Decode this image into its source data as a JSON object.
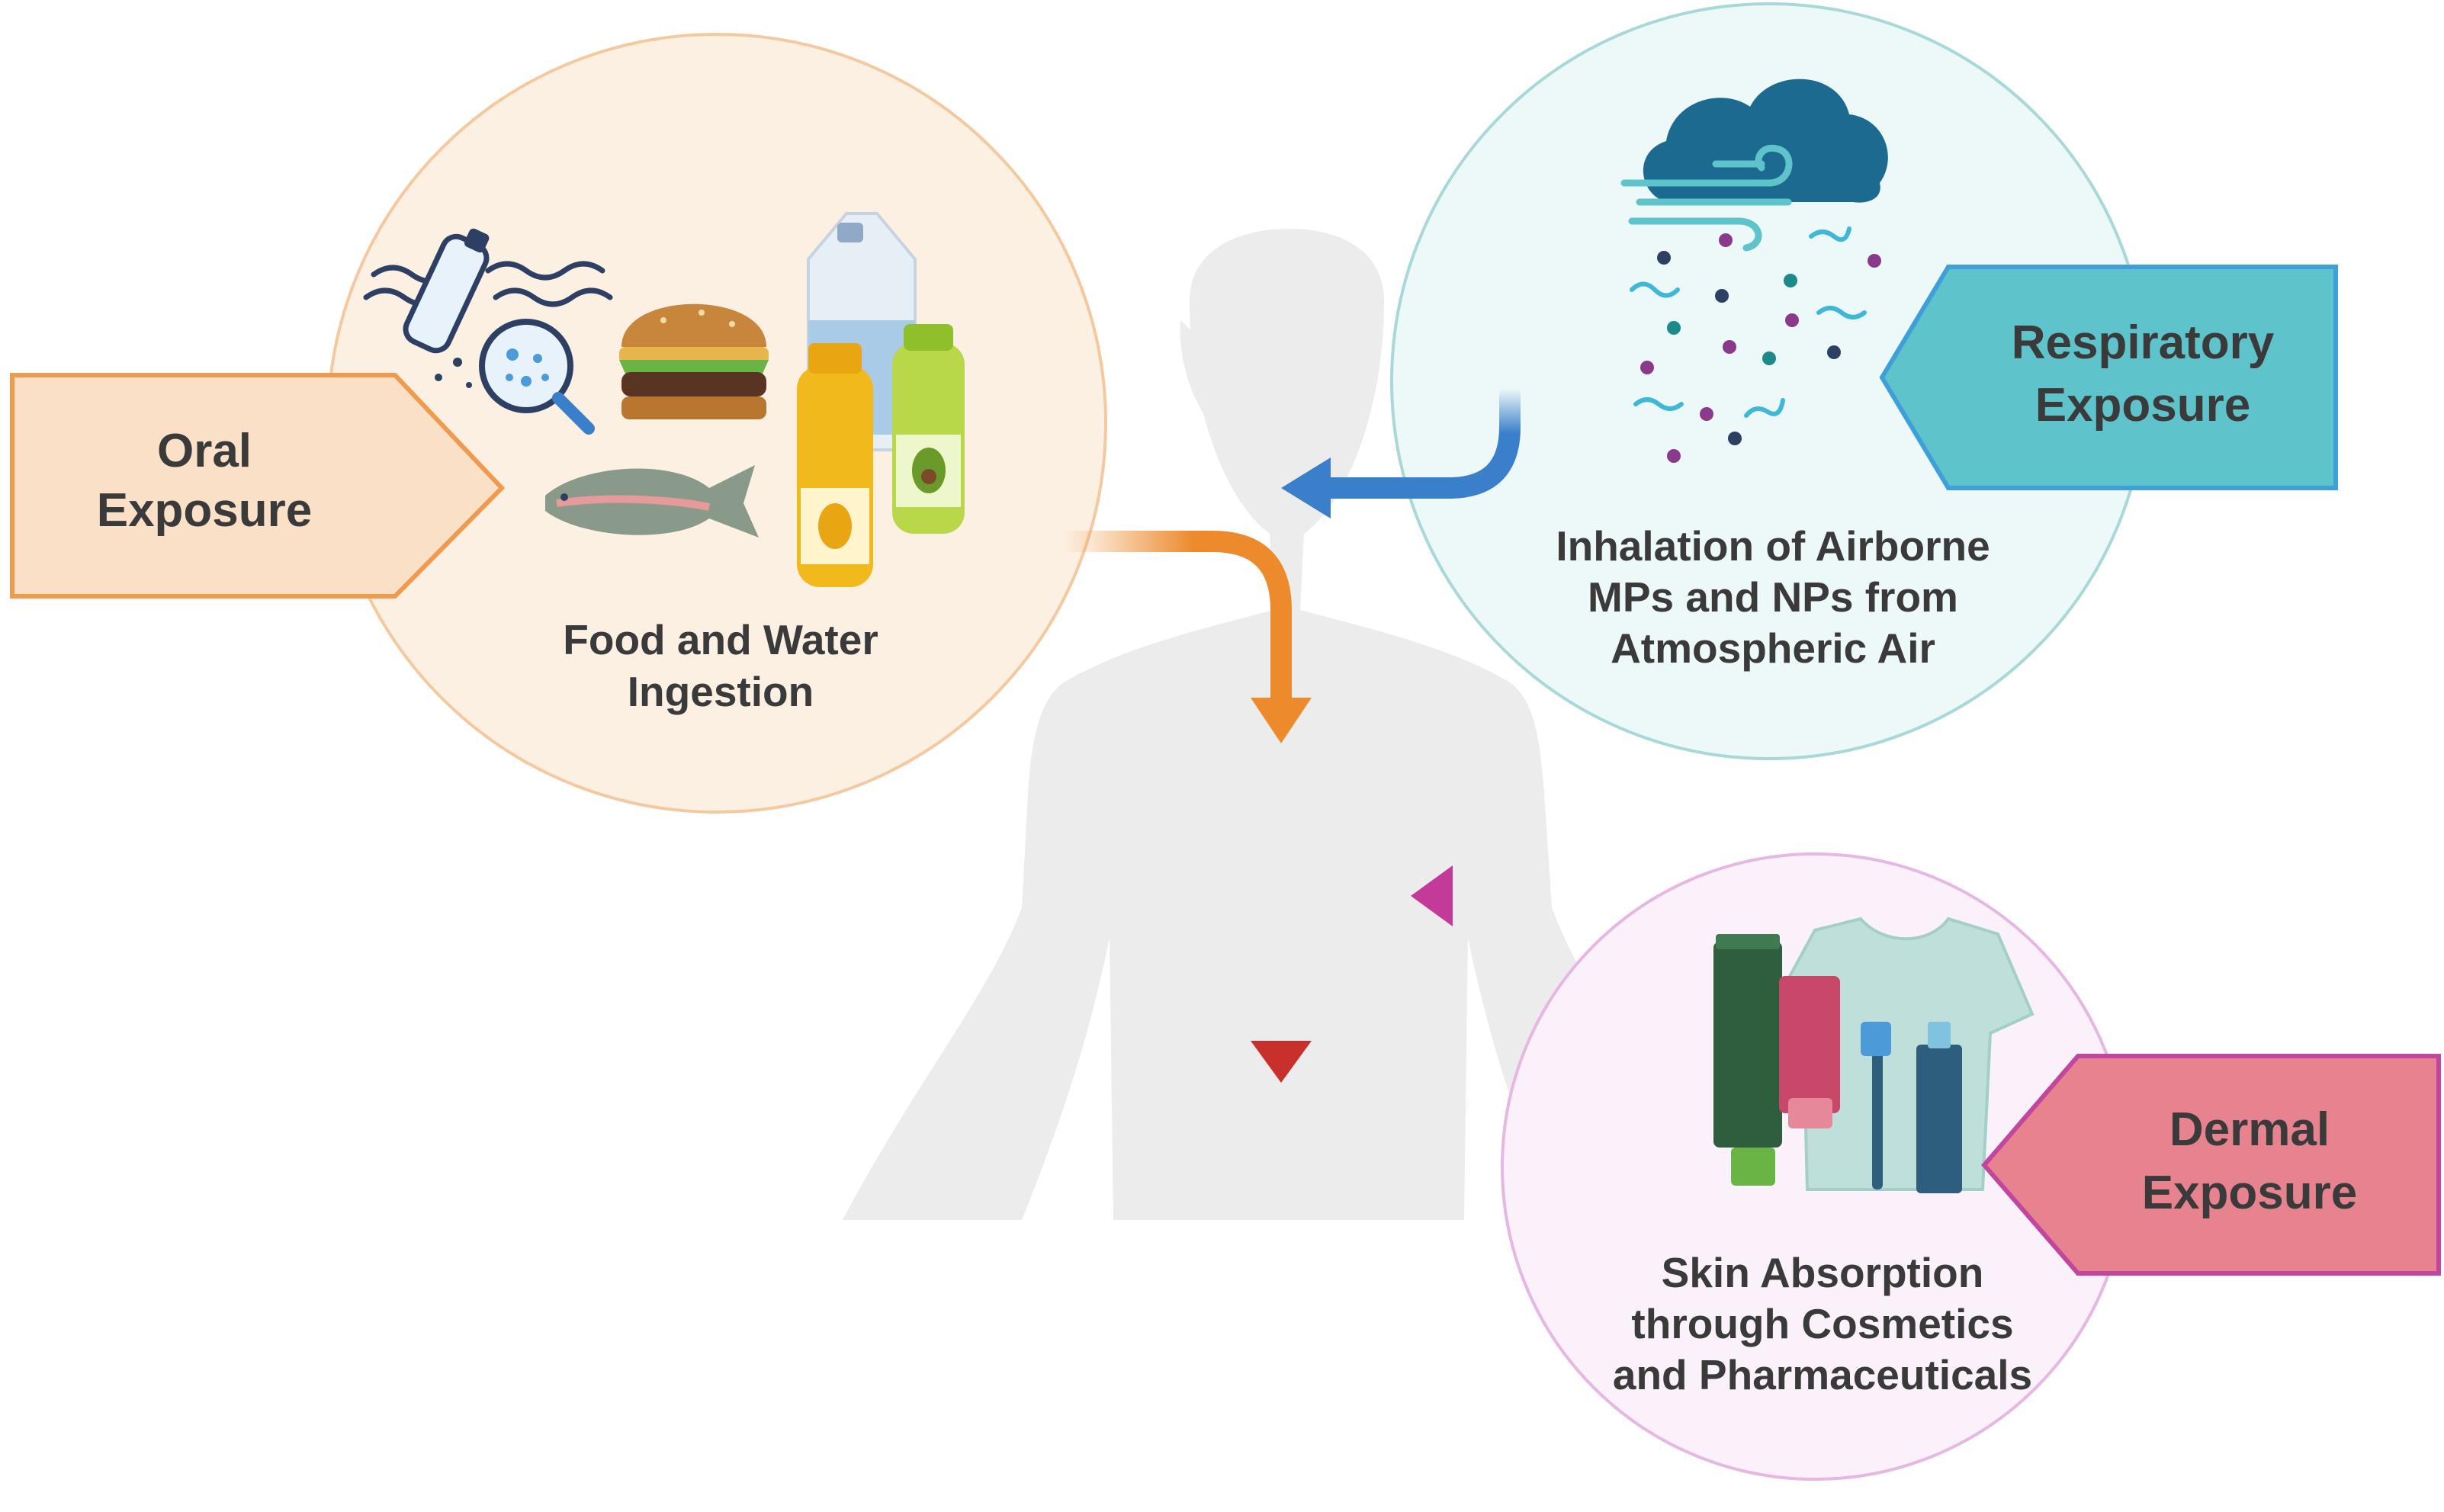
{
  "oral": {
    "label_line1": "Oral",
    "label_line2": "Exposure",
    "caption_line1": "Food and Water",
    "caption_line2": "Ingestion",
    "circle_fill": "#fcf0e2",
    "circle_stroke": "#f5c9a0",
    "tag_fill": "#fbe0c8",
    "tag_stroke": "#ef9a4e",
    "arrow_color": "#ec8a2c"
  },
  "respiratory": {
    "label_line1": "Respiratory",
    "label_line2": "Exposure",
    "caption_line1": "Inhalation of Airborne",
    "caption_line2": "MPs and NPs from",
    "caption_line3": "Atmospheric Air",
    "circle_fill": "#edf8f8",
    "circle_stroke": "#a9d8d8",
    "tag_fill": "#5fc3cb",
    "tag_stroke": "#3f9fd8",
    "arrow_color": "#3a7fc9"
  },
  "dermal": {
    "label_line1": "Dermal",
    "label_line2": "Exposure",
    "caption_line1": "Skin Absorption",
    "caption_line2": "through Cosmetics",
    "caption_line3": "and Pharmaceuticals",
    "circle_fill": "#fbf1fb",
    "circle_stroke": "#e5b7e2",
    "tag_fill": "#e7838f",
    "tag_stroke": "#c0469e",
    "arrow_color": "#c43a98"
  },
  "body": {
    "silhouette_color": "#ececec",
    "internal_arrow_color": "#c8302c"
  },
  "icons": [
    "water-bottle-icon",
    "magnifier-icon",
    "burger-icon",
    "milk-carton-icon",
    "juice-bottle-icon",
    "fish-icon",
    "cloud-icon",
    "wind-icon",
    "particles-icon",
    "cosmetic-tube-icon",
    "tshirt-icon",
    "toothbrush-icon",
    "toothpaste-icon"
  ]
}
